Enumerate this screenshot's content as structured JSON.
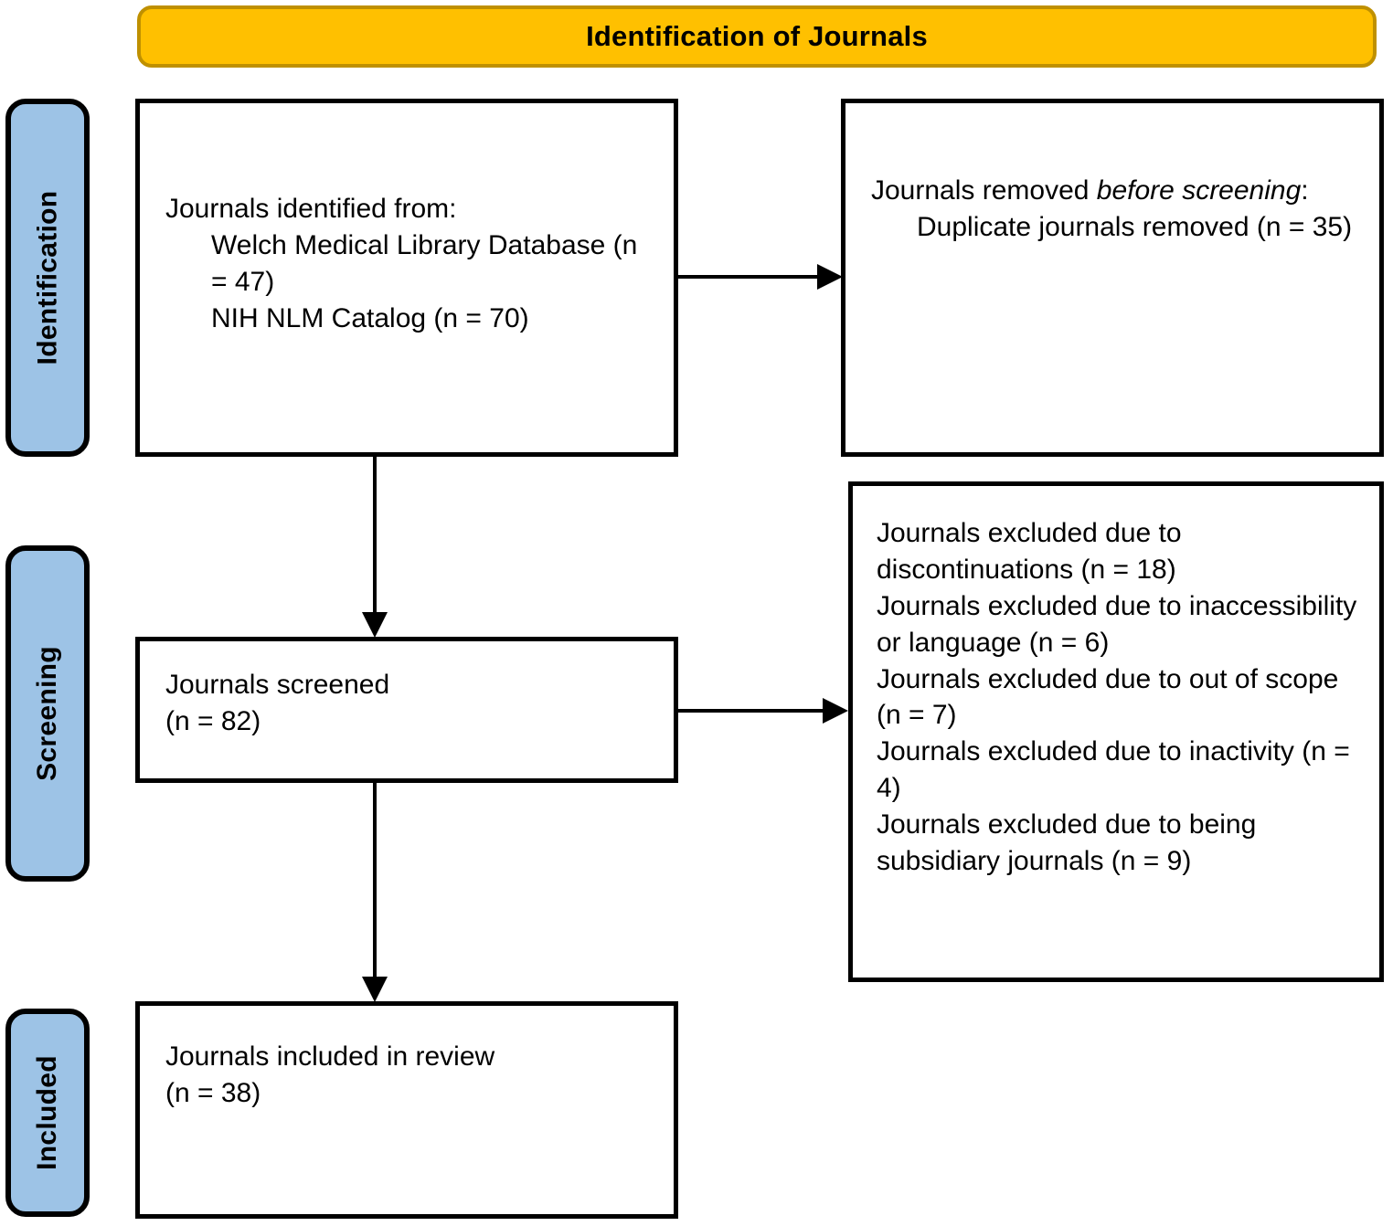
{
  "header": {
    "title": "Identification of Journals",
    "background_color": "#FFC000",
    "border_color": "#BF9000"
  },
  "stages": {
    "accent_color": "#9DC3E6",
    "items": [
      {
        "key": "identification",
        "label": "Identification"
      },
      {
        "key": "screening",
        "label": "Screening"
      },
      {
        "key": "included",
        "label": "Included"
      }
    ]
  },
  "boxes": {
    "identified": {
      "heading": "Journals identified from:",
      "source_1": "Welch Medical Library Database (n = 47)",
      "source_2": "NIH NLM Catalog (n = 70)"
    },
    "removed": {
      "heading_prefix": "Journals removed ",
      "heading_emphasis": "before screening",
      "heading_suffix": ":",
      "detail": "Duplicate journals removed (n = 35)"
    },
    "screened": {
      "label": "Journals screened",
      "count": "(n = 82)"
    },
    "excluded": {
      "lines": [
        "Journals excluded due to discontinuations (n = 18)",
        "Journals excluded due to inaccessibility or language (n = 6)",
        "Journals excluded due to out of scope (n = 7)",
        "Journals excluded due to inactivity (n = 4)",
        "Journals excluded due to being subsidiary journals (n = 9)"
      ]
    },
    "included": {
      "label": "Journals included in review",
      "count": "(n = 38)"
    }
  },
  "chart_data": {
    "type": "diagram",
    "title": "Identification of Journals",
    "diagram_kind": "PRISMA flow diagram",
    "nodes": [
      {
        "id": "identified",
        "stage": "Identification",
        "label": "Journals identified from: Welch Medical Library Database (n = 47); NIH NLM Catalog (n = 70)",
        "values": {
          "welch_medical_library_database": 47,
          "nih_nlm_catalog": 70
        }
      },
      {
        "id": "removed",
        "stage": "Identification",
        "label": "Journals removed before screening: Duplicate journals removed (n = 35)",
        "values": {
          "duplicate_journals_removed": 35
        }
      },
      {
        "id": "screened",
        "stage": "Screening",
        "label": "Journals screened (n = 82)",
        "values": {
          "screened": 82
        }
      },
      {
        "id": "excluded",
        "stage": "Screening",
        "label": "Journals excluded",
        "values": {
          "discontinuations": 18,
          "inaccessibility_or_language": 6,
          "out_of_scope": 7,
          "inactivity": 4,
          "subsidiary_journals": 9
        }
      },
      {
        "id": "included",
        "stage": "Included",
        "label": "Journals included in review (n = 38)",
        "values": {
          "included": 38
        }
      }
    ],
    "edges": [
      {
        "from": "identified",
        "to": "removed",
        "direction": "horizontal"
      },
      {
        "from": "identified",
        "to": "screened",
        "direction": "vertical"
      },
      {
        "from": "screened",
        "to": "excluded",
        "direction": "horizontal"
      },
      {
        "from": "screened",
        "to": "included",
        "direction": "vertical"
      }
    ]
  }
}
